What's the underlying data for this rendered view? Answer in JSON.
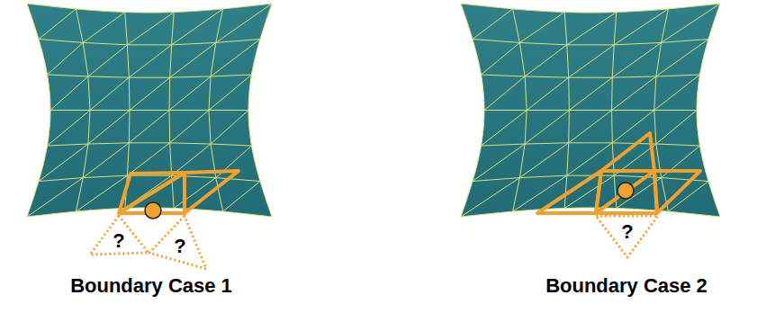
{
  "diagram": {
    "nodes": [
      {
        "text": [
          "?"
        ]
      },
      {
        "text": [
          "?"
        ]
      },
      {
        "text": [
          "?"
        ]
      }
    ],
    "labels": [
      "Boundary Case 1",
      "Boundary Case 2"
    ]
  }
}
